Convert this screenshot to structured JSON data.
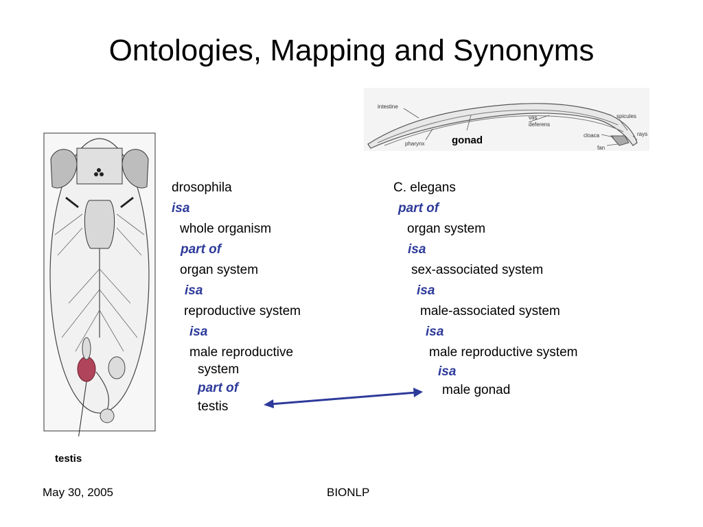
{
  "slide": {
    "title": "Ontologies, Mapping and Synonyms",
    "footer": {
      "date": "May 30, 2005",
      "center": "BIONLP"
    }
  },
  "figures": {
    "worm_label": "gonad",
    "worm_parts": [
      "intestine",
      "pharynx",
      "vas",
      "deferens",
      "spicules",
      "rays",
      "cloaca",
      "fan"
    ],
    "fly_label": "testis"
  },
  "drosophila": {
    "header": "drosophila",
    "rel1": "isa",
    "term1": "whole organism",
    "rel2": "part of",
    "term2": "organ system",
    "rel3": "isa",
    "term3": "reproductive system",
    "rel4": "isa",
    "term4_line1": "male reproductive",
    "term4_line2": "system",
    "rel5": "part of",
    "term5": "testis"
  },
  "elegans": {
    "header": "C. elegans",
    "rel1": "part of",
    "term1": "organ system",
    "rel2": "isa",
    "term2": "sex-associated system",
    "rel3": "isa",
    "term3": "male-associated system",
    "rel4": "isa",
    "term4": "male reproductive system",
    "rel5": "isa",
    "term5": "male gonad"
  },
  "colors": {
    "relation": "#2d3a9a",
    "arrow": "#2d3a9a",
    "testis": "#b0445a"
  }
}
